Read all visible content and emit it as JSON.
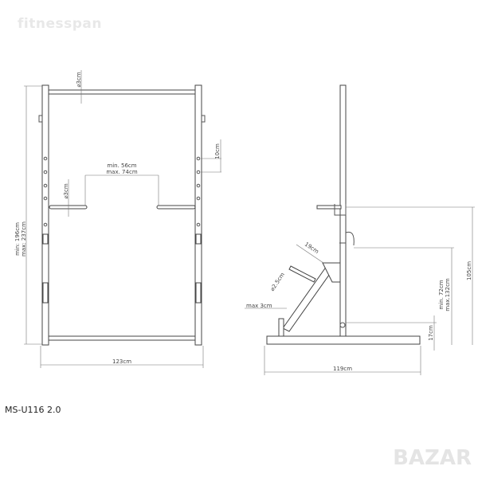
{
  "watermark": "fitnesspan",
  "badge_watermark": "BAZAR",
  "model": "MS-U116 2.0",
  "front_view": {
    "height_min": "min: 196cm",
    "height_max": "max: 237cm",
    "width": "123cm",
    "top_bar_diameter": "⌀3cm",
    "dip_spacing_min": "min. 56cm",
    "dip_spacing_max": "max. 74cm",
    "dip_diameter": "⌀3cm",
    "hole_spacing": "10cm"
  },
  "side_view": {
    "depth": "119cm",
    "dip_height": "105cm",
    "hook_height_min": "min. 72cm",
    "hook_height_max": "max.132cm",
    "base_height": "17cm",
    "arm_length": "19cm",
    "arm_diameter": "⌀2.5cm",
    "offset": "max 3cm"
  }
}
